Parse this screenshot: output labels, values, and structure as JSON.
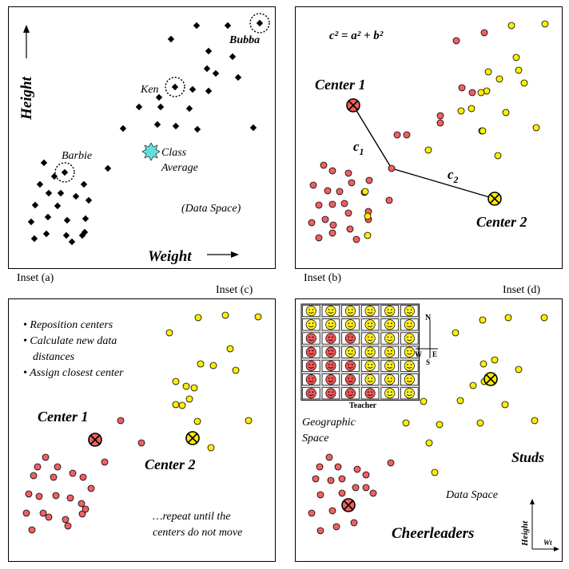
{
  "inset_a": {
    "caption": "Inset (a)",
    "y_label": "Height",
    "x_label": "Weight",
    "labels": {
      "bubba": "Bubba",
      "ken": "Ken",
      "barbie": "Barbie",
      "class": "Class",
      "average": "Average",
      "space": "(Data Space)"
    }
  },
  "inset_b": {
    "caption": "Inset (b)",
    "formula": "c² = a² + b²",
    "center1": "Center 1",
    "center2": "Center 2",
    "c1": "c",
    "c1_sub": "1",
    "c2": "c",
    "c2_sub": "2"
  },
  "inset_c": {
    "caption": "Inset (c)",
    "bullets": [
      "Reposition centers",
      "Calculate new data",
      "distances",
      "Assign closest center"
    ],
    "center1": "Center 1",
    "center2": "Center 2",
    "note_line1": "…repeat until the",
    "note_line2": "centers do not move"
  },
  "inset_d": {
    "caption": "Inset (d)",
    "compass": {
      "n": "N",
      "w": "W",
      "e": "E",
      "s": "S"
    },
    "teacher": "Teacher",
    "geo1": "Geographic",
    "geo2": "Space",
    "studs": "Studs",
    "data_space": "Data Space",
    "cheerleaders": "Cheerleaders",
    "height": "Height",
    "wt": "Wt"
  },
  "colors": {
    "black": "#000000",
    "red": "#f06060",
    "yellow": "#ffee00",
    "cyan": "#66dddd",
    "seat_red": "#ee5555",
    "seat_yellow": "#ffee22",
    "seat_bg": "#d9d9d9"
  }
}
